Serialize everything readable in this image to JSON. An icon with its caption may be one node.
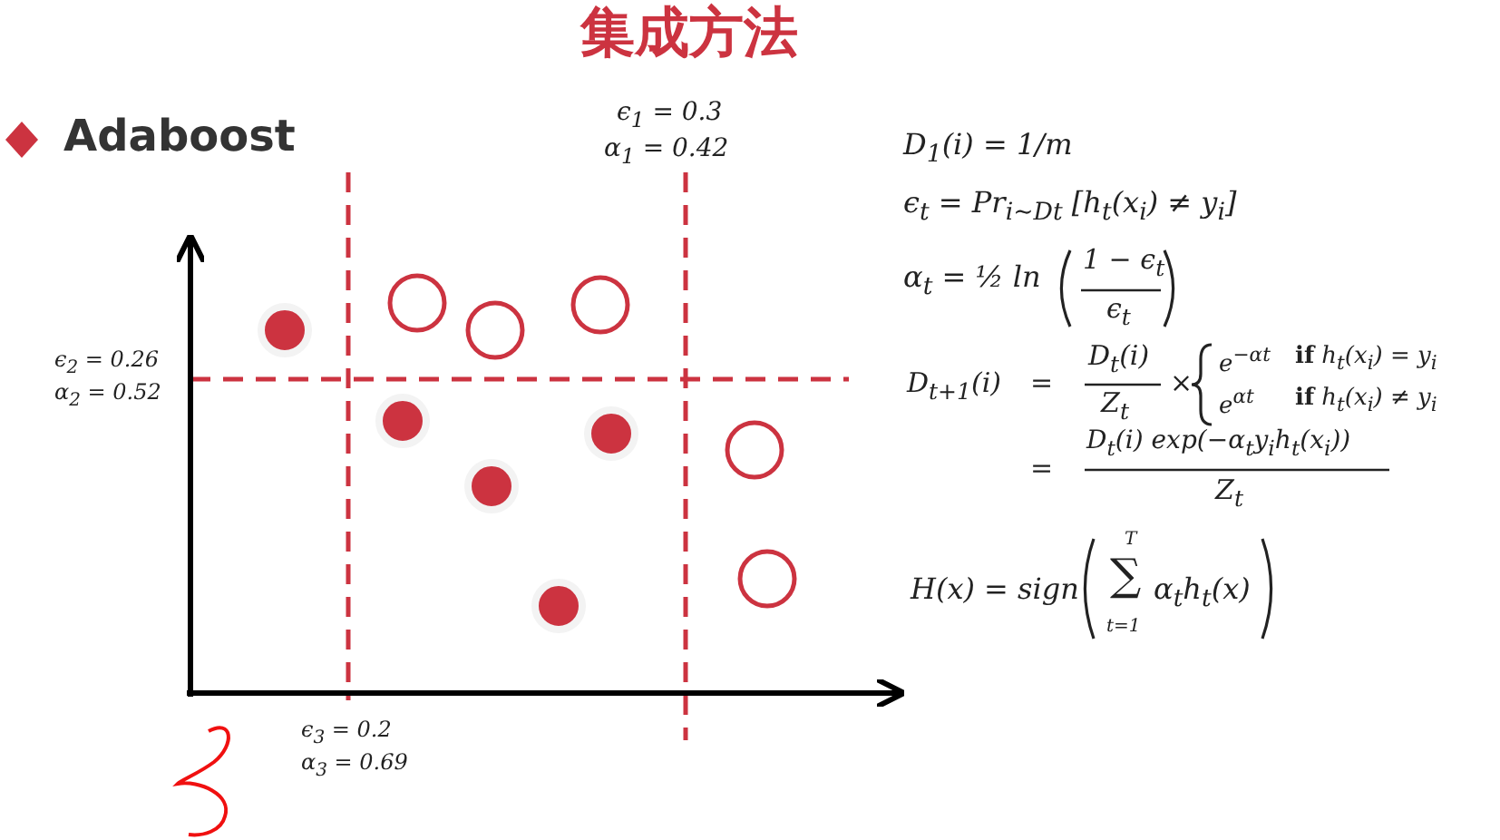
{
  "diagram": {
    "title": "集成方法",
    "labels": [
      "Adaboost",
      "ϵ$_{1}$ = 0.3",
      "α$_{1}$ = 0.42",
      "D$_{1}$(i) = 1/m",
      "ϵ$_{t}$ = Pr$_{i∼Dt}$ [h$_{t}$(x$_{i}$) ≠ y$_{i}$]",
      "α$_{t}$ = ½ ln",
      "1 − ϵ$_{t}$",
      "ϵ$_{t}$",
      "ϵ$_{2}$ = 0.26",
      "α$_{2}$ = 0.52",
      "D$_{t+1}$(i)",
      "=",
      "D$_{t}$(i)",
      "Z$_{t}$",
      "×",
      "e$^{−αt}$",
      "**if** h$_{t}$(x$_{i}$) = y$_{i}$",
      "e$^{αt}$",
      "**if** h$_{t}$(x$_{i}$) ≠ y$_{i}$",
      "=",
      "D$_{t}$(i) exp(−α$_{t}$y$_{i}$h$_{t}$(x$_{i}$))",
      "Z$_{t}$",
      "H(x) = sign",
      "T",
      "∑",
      "t=1",
      "α$_{t}$h$_{t}$(x)",
      "ϵ$_{3}$ = 0.2",
      "α$_{3}$ = 0.69"
    ]
  }
}
